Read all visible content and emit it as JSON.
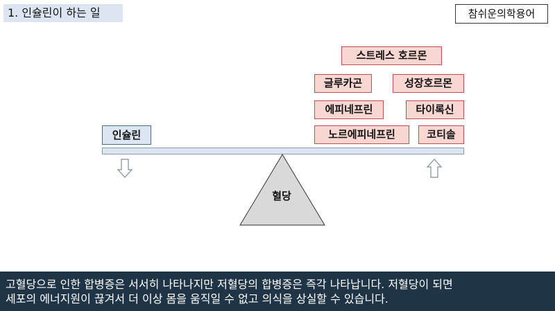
{
  "title": "1. 인슐린이 하는 일",
  "brand": "참쉬운의학용어",
  "left_side": {
    "label": "인슐린"
  },
  "right_side": {
    "top": "스트레스 호르몬",
    "items": [
      "글루카곤",
      "성장호르몬",
      "에피네프린",
      "타이록신",
      "노르에피네프린",
      "코티솔"
    ]
  },
  "fulcrum_label": "혈당",
  "caption": {
    "line1": "고혈당으로 인한 합병증은 서서히 나타나지만 저혈당의 합병증은 즉각 나타납니다. 저혈당이 되면",
    "line2": "세포의 에너지원이 끊겨서 더 이상 몸을 움직일 수 없고 의식을 상실할 수 있습니다."
  },
  "colors": {
    "blue_fill": "#dce6f2",
    "red_fill": "#f8d7d3",
    "red_border": "#c0504d",
    "caption_bg": "#1f3447"
  },
  "icons": {
    "left_arrow": "down-arrow-icon",
    "right_arrow": "up-arrow-icon"
  }
}
